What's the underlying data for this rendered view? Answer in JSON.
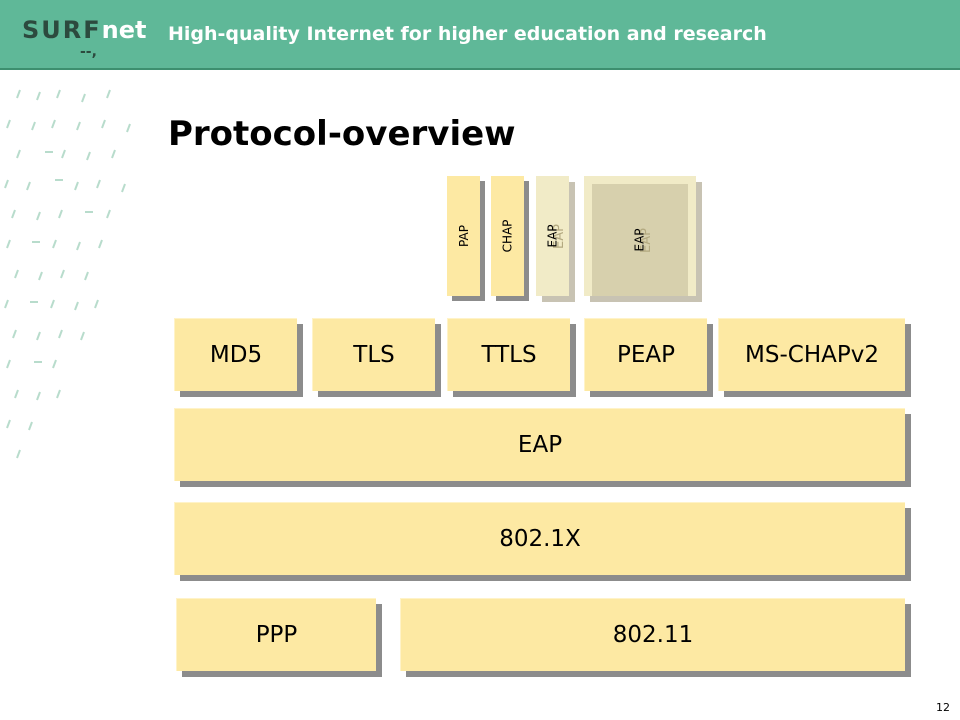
{
  "header": {
    "logo_surf": "SURF",
    "logo_net": "net",
    "logo_mark": "--,",
    "tagline": "High-quality Internet for higher education and research",
    "bg_color": "#5fb898"
  },
  "slide": {
    "title": "Protocol-overview",
    "page_number": "12"
  },
  "diagram": {
    "inner_methods": {
      "pap": "PAP",
      "chap": "CHAP",
      "eap_ttls": "EAP",
      "eap_peap": "EAP"
    },
    "methods": {
      "md5": "MD5",
      "tls": "TLS",
      "ttls": "TTLS",
      "peap": "PEAP",
      "mschapv2": "MS-CHAPv2"
    },
    "eap": "EAP",
    "dot1x": "802.1X",
    "ppp": "PPP",
    "dot11": "802.11",
    "box_color": "#fde9a3"
  }
}
